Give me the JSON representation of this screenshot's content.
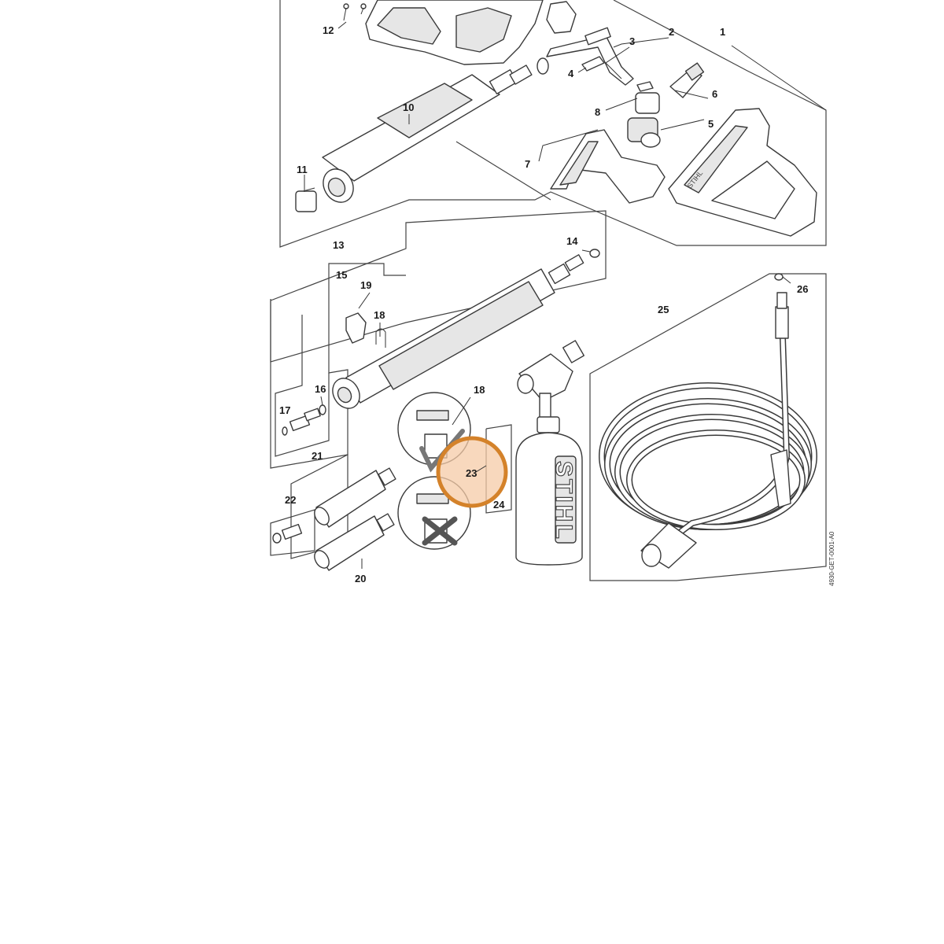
{
  "labels": {
    "l1": "1",
    "l2": "2",
    "l3": "3",
    "l4": "4",
    "l5": "5",
    "l6": "6",
    "l7": "7",
    "l8": "8",
    "l10": "10",
    "l11": "11",
    "l12": "12",
    "l13": "13",
    "l14": "14",
    "l15": "15",
    "l16": "16",
    "l17": "17",
    "l18a": "18",
    "l18b": "18",
    "l19": "19",
    "l20": "20",
    "l21": "21",
    "l22": "22",
    "l23": "23",
    "l24": "24",
    "l25": "25",
    "l26": "26"
  },
  "brand_text": "STIHL",
  "doc_number": "4930-GET-0001-A0",
  "highlight": {
    "part": "23",
    "fill": "#f5cba7",
    "stroke": "#d4822a"
  },
  "icons": {
    "ok": "check-mark-icon",
    "not_ok": "x-mark-icon"
  }
}
